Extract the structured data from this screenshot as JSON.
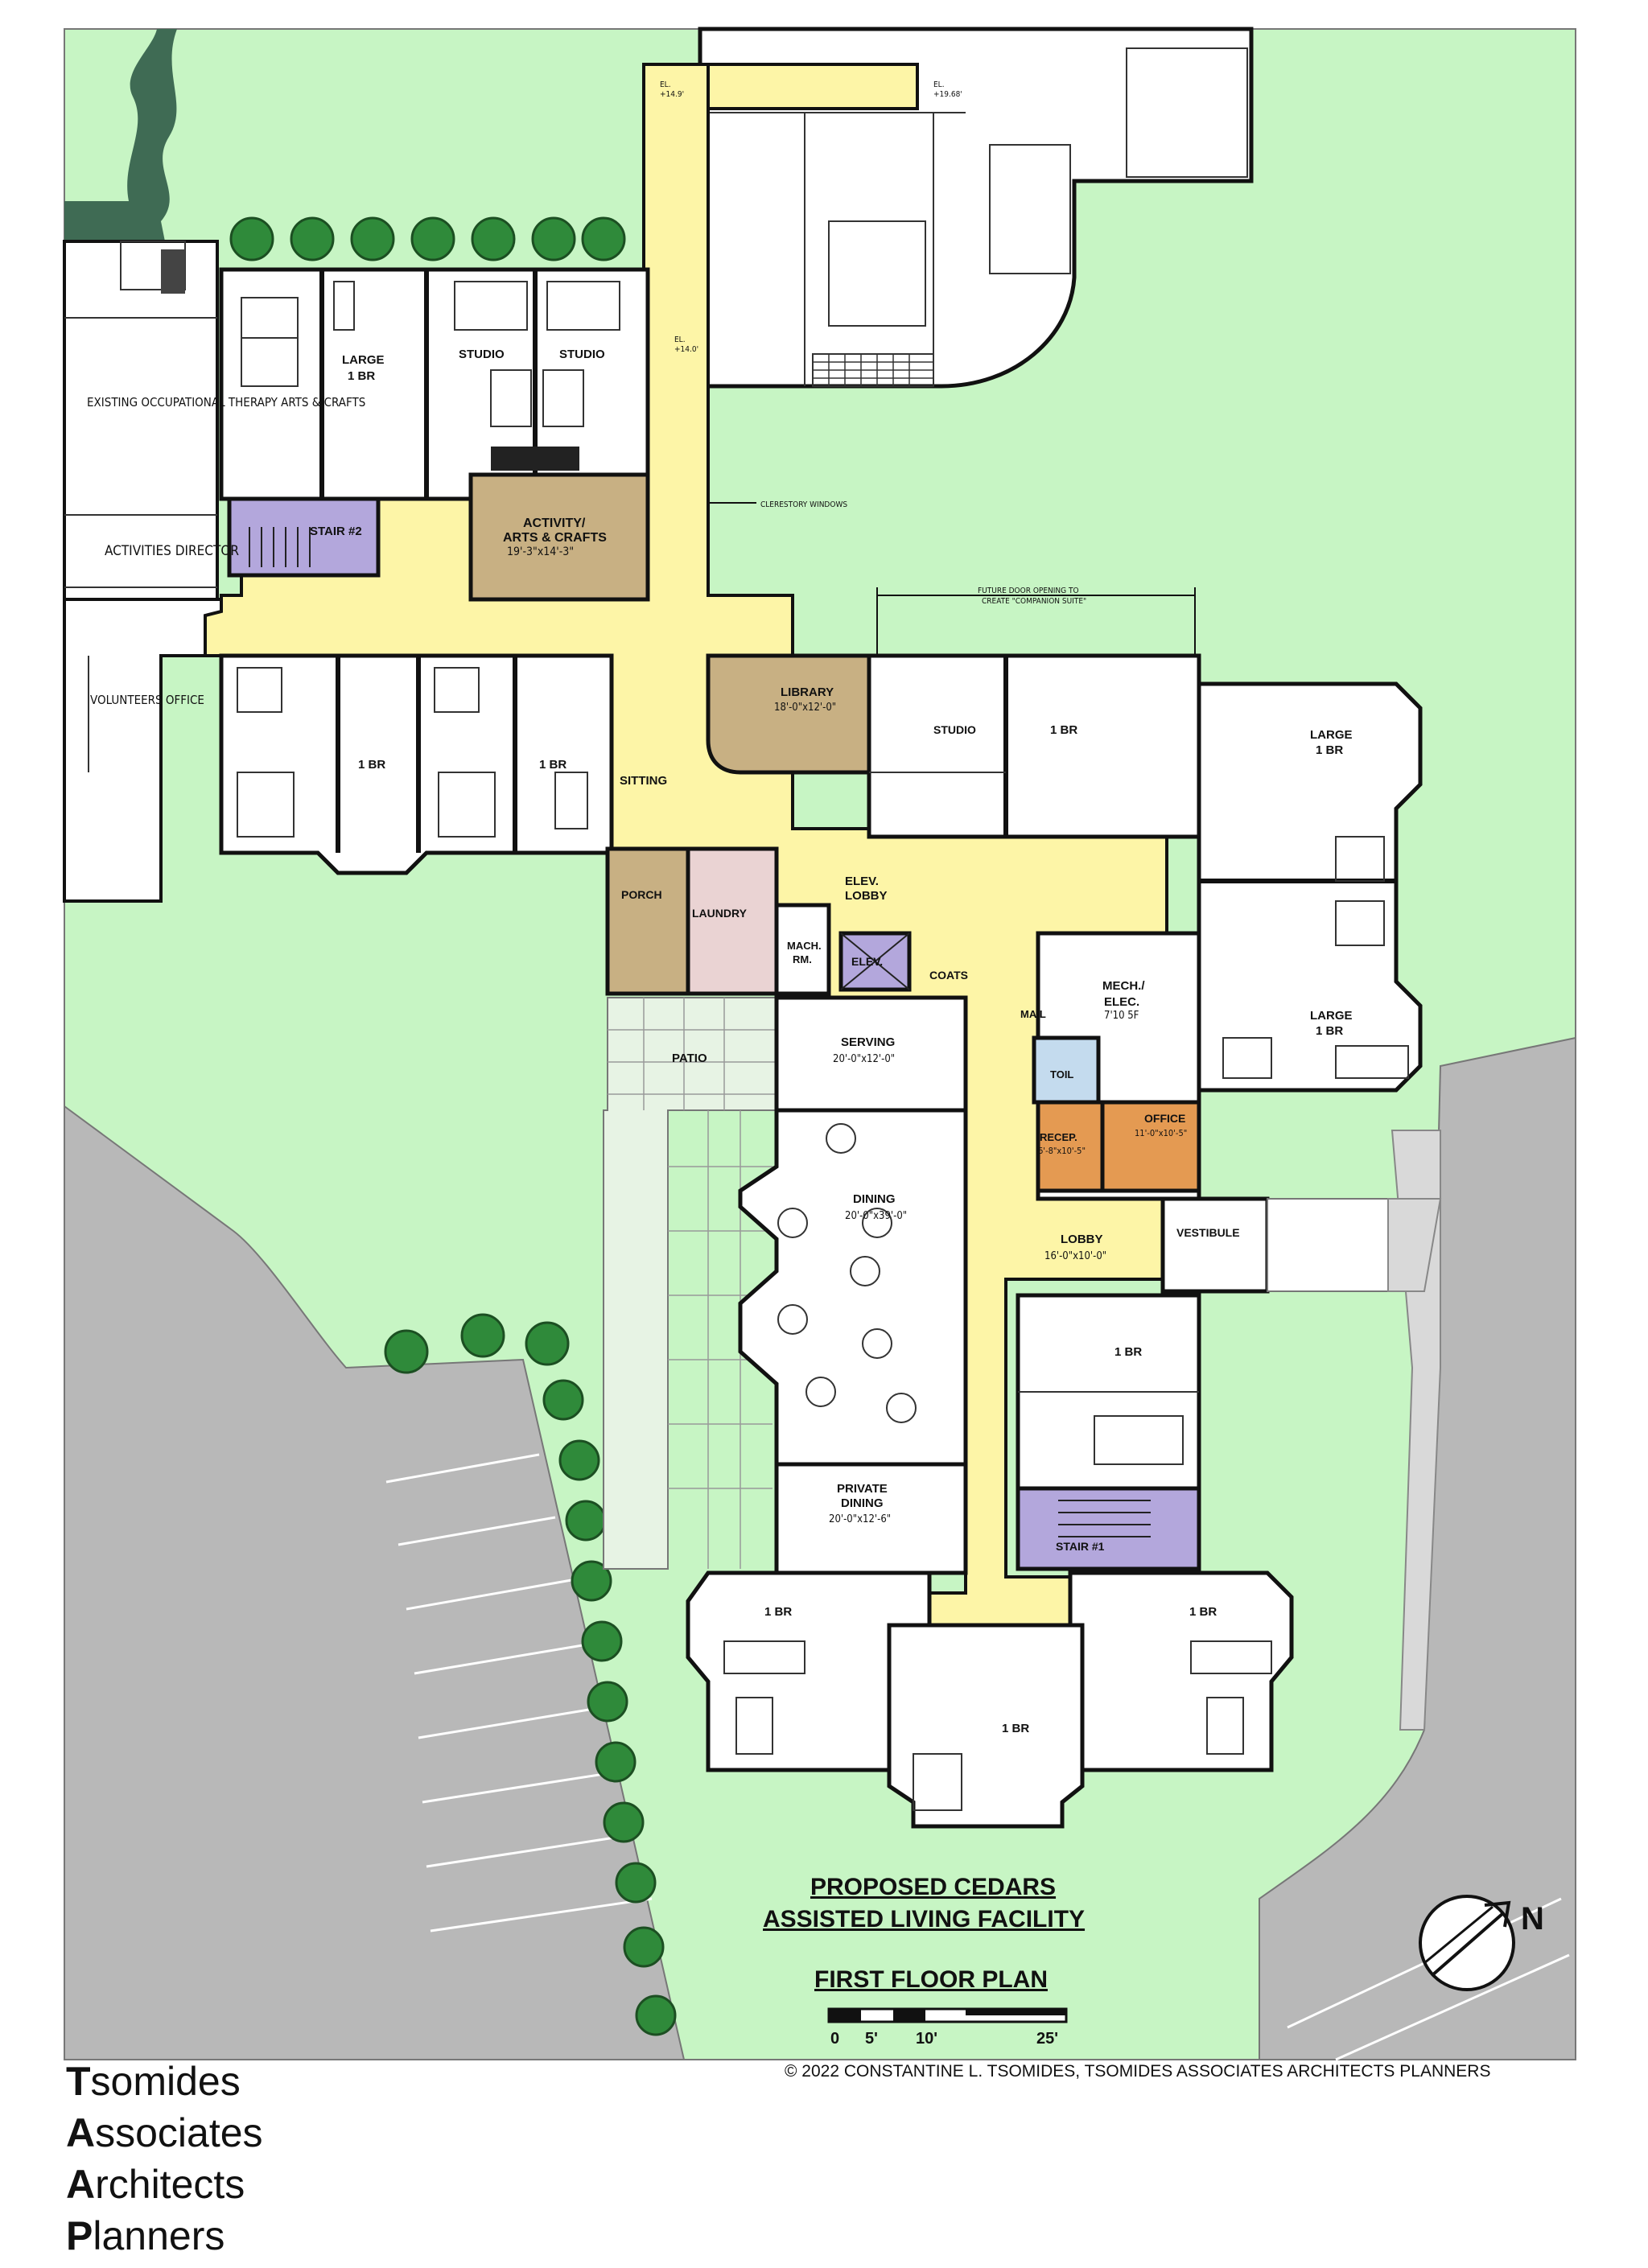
{
  "title": {
    "line1": "PROPOSED CEDARS",
    "line2": "ASSISTED LIVING FACILITY",
    "subtitle": "FIRST FLOOR PLAN"
  },
  "north": "N",
  "scale": {
    "l0": "0",
    "l5": "5'",
    "l10": "10'",
    "l25": "25'"
  },
  "copyright": "© 2022 CONSTANTINE L. TSOMIDES, TSOMIDES ASSOCIATES ARCHITECTS PLANNERS",
  "firm": [
    {
      "initial": "T",
      "rest": "somides"
    },
    {
      "initial": "A",
      "rest": "ssociates"
    },
    {
      "initial": "A",
      "rest": "rchitects"
    },
    {
      "initial": "P",
      "rest": "lanners"
    }
  ],
  "colors": {
    "lawn": "#c7f5c4",
    "corridor": "#fdf5a7",
    "parking": "#b8b8b8",
    "activity": "#c8b083",
    "laundry": "#ead3d3",
    "stair": "#b3a7dc",
    "office": "#e49a52",
    "toilet": "#c4dbee"
  },
  "rooms": {
    "existing_ot": "EXISTING OCCUPATIONAL THERAPY ARTS & CRAFTS",
    "activities_director": "ACTIVITIES DIRECTOR",
    "volunteers_office": "VOLUNTEERS OFFICE",
    "large_1br_nw_a": "LARGE",
    "large_1br_nw_b": "1 BR",
    "studio_a": "STUDIO",
    "studio_b": "STUDIO",
    "stair2": "STAIR #2",
    "activity_a": "ACTIVITY/",
    "activity_b": "ARTS & CRAFTS",
    "activity_dim": "19'-3\"x14'-3\"",
    "br_w1": "1 BR",
    "br_w2": "1 BR",
    "sitting": "SITTING",
    "library": "LIBRARY",
    "library_dim": "18'-0\"x12'-0\"",
    "studio_e": "STUDIO",
    "br_e": "1 BR",
    "large_ne_a": "LARGE",
    "large_ne_b": "1 BR",
    "large_e_a": "LARGE",
    "large_e_b": "1 BR",
    "elev_lobby_a": "ELEV.",
    "elev_lobby_b": "LOBBY",
    "porch": "PORCH",
    "laundry": "LAUNDRY",
    "mach_a": "MACH.",
    "mach_b": "RM.",
    "elev": "ELEV.",
    "coats": "COATS",
    "mech_a": "MECH./",
    "mech_b": "ELEC.",
    "mech_dim": "7'10 5F",
    "mail": "MAIL",
    "toil": "TOIL",
    "recep": "RECEP.",
    "recep_dim": "6'-8\"x10'-5\"",
    "office": "OFFICE",
    "office_dim": "11'-0\"x10'-5\"",
    "patio": "PATIO",
    "serving": "SERVING",
    "serving_dim": "20'-0\"x12'-0\"",
    "dining": "DINING",
    "dining_dim": "20'-0\"x39'-0\"",
    "lobby": "LOBBY",
    "lobby_dim": "16'-0\"x10'-0\"",
    "vestibule": "VESTIBULE",
    "br_se": "1 BR",
    "stair1": "STAIR #1",
    "private_a": "PRIVATE",
    "private_b": "DINING",
    "private_dim": "20'-0\"x12'-6\"",
    "br_s1": "1 BR",
    "br_s2": "1 BR",
    "br_s3": "1 BR"
  },
  "notes": {
    "clerestory": "CLERESTORY WINDOWS",
    "future_a": "FUTURE DOOR OPENING TO",
    "future_b": "CREATE \"COMPANION SUITE\"",
    "el1": "EL.",
    "el1v": "+14.9'",
    "el2": "EL.",
    "el2v": "+19.68'",
    "el3": "EL.",
    "el3v": "+14.0'"
  }
}
